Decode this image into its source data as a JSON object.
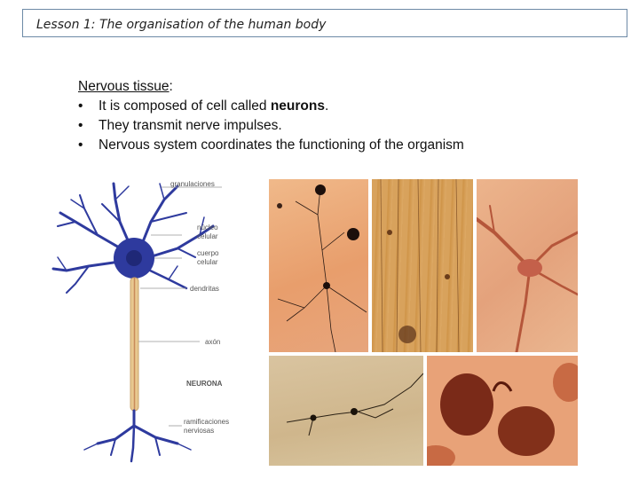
{
  "header": {
    "title": "Lesson 1: The organisation of the human body"
  },
  "content": {
    "heading": "Nervous tissue",
    "heading_suffix": ":",
    "bullet1_pre": "It is composed of cell called ",
    "bullet1_bold": "neurons",
    "bullet1_post": ".",
    "bullet2": "They transmit nerve impulses.",
    "bullet3": "Nervous system coordinates the functioning of the organism"
  },
  "diagram": {
    "labels": {
      "granulaciones": "granulaciones",
      "nucleo_1": "núcleo",
      "nucleo_2": "celular",
      "cuerpo_1": "cuerpo",
      "cuerpo_2": "celular",
      "dendritas": "dendritas",
      "axon": "axón",
      "neurona": "NEURONA",
      "ramificaciones_1": "ramificaciones",
      "ramificaciones_2": "nerviosas"
    }
  }
}
